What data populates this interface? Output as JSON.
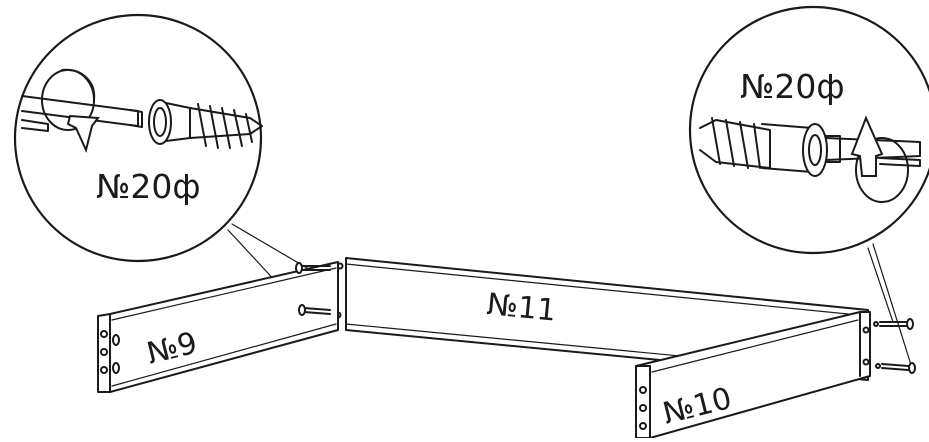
{
  "detail_left": {
    "screw_label": "№20ф"
  },
  "detail_right": {
    "screw_label": "№20ф"
  },
  "parts": {
    "panel_9": "№9",
    "panel_10": "№10",
    "panel_11": "№11"
  }
}
